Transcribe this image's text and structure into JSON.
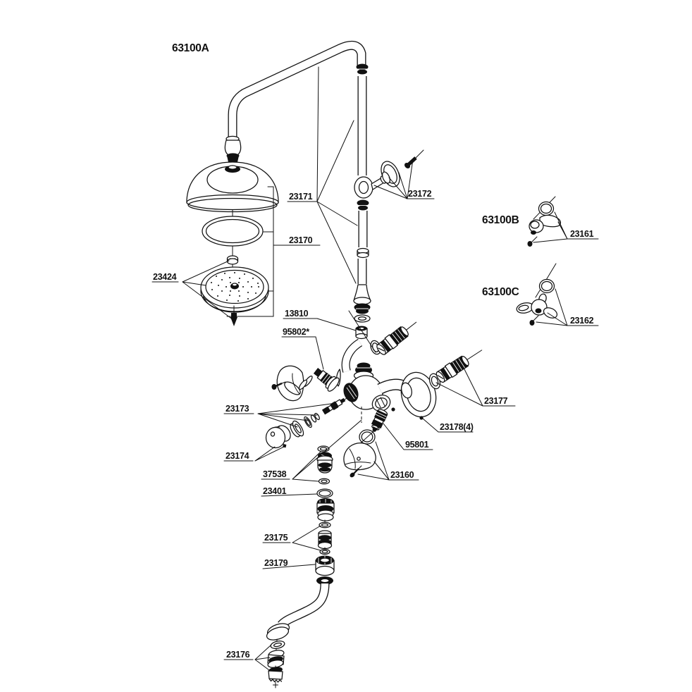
{
  "page": {
    "background": "#ffffff",
    "ink": "#111111"
  },
  "labels": {
    "g63100A": "63100A",
    "g63100B": "63100B",
    "g63100C": "63100C",
    "p23171": "23171",
    "p23172": "23172",
    "p23170": "23170",
    "p23424": "23424",
    "p13810": "13810",
    "p95802": "95802*",
    "p23161": "23161",
    "p23162": "23162",
    "p23173": "23173",
    "p23174": "23174",
    "p23177": "23177",
    "p23178": "23178(4)",
    "p95801": "95801",
    "p23160": "23160",
    "p37538": "37538",
    "p23401": "23401",
    "p23175": "23175",
    "p23179": "23179",
    "p23176": "23176"
  }
}
